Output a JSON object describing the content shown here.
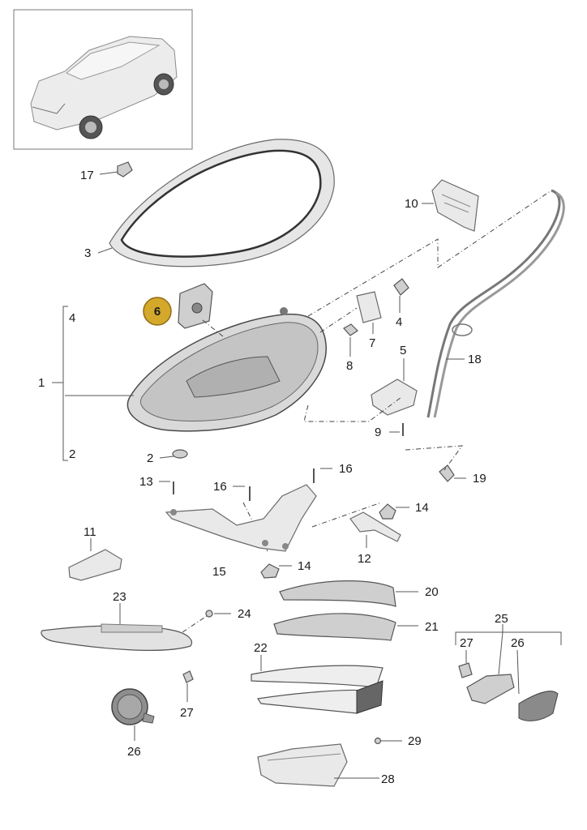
{
  "diagram": {
    "highlighted_part": "6",
    "highlight_color": "#d4a82b",
    "labels": {
      "p1": "1",
      "p2a": "2",
      "p2b": "2",
      "p3": "3",
      "p4a": "4",
      "p4b": "4",
      "p5": "5",
      "p6": "6",
      "p7": "7",
      "p8": "8",
      "p9": "9",
      "p10": "10",
      "p11": "11",
      "p12": "12",
      "p13": "13",
      "p14a": "14",
      "p14b": "14",
      "p15": "15",
      "p16a": "16",
      "p16b": "16",
      "p17": "17",
      "p18": "18",
      "p19": "19",
      "p20": "20",
      "p21": "21",
      "p22": "22",
      "p23": "23",
      "p24": "24",
      "p25": "25",
      "p26a": "26",
      "p26b": "26",
      "p27a": "27",
      "p27b": "27",
      "p28": "28",
      "p29": "29"
    }
  }
}
